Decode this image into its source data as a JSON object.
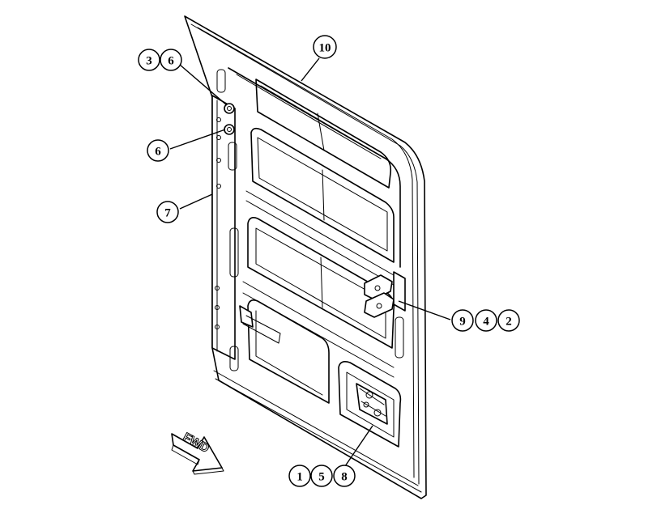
{
  "callouts": {
    "c_3": "3",
    "c_6_top": "6",
    "c_10": "10",
    "c_6_mid": "6",
    "c_7": "7",
    "c_9": "9",
    "c_4": "4",
    "c_2": "2",
    "c_1": "1",
    "c_5": "5",
    "c_8": "8"
  },
  "direction_arrow": {
    "label": "FWD"
  }
}
